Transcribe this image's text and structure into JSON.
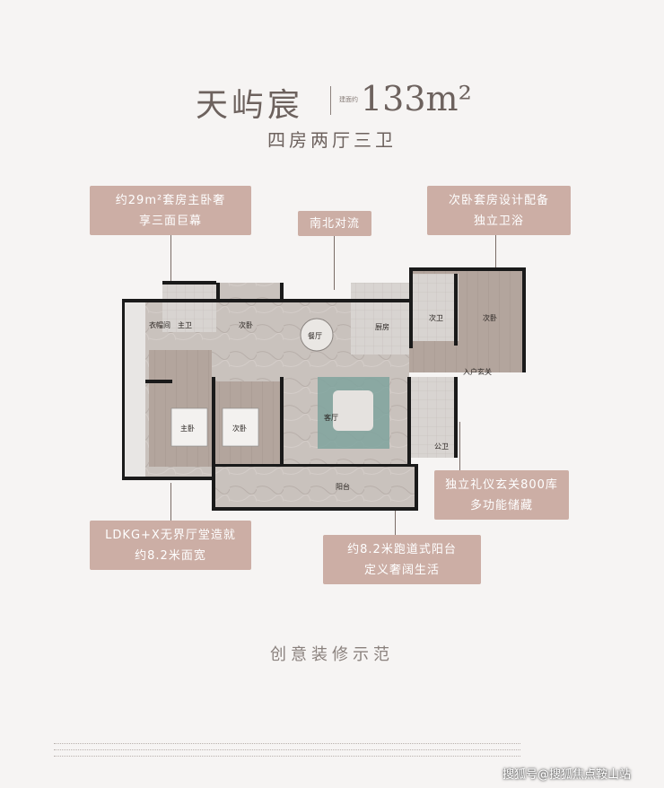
{
  "header": {
    "project_name": "天屿宸",
    "area_label": "建面约",
    "area": "133m²",
    "layout_type": "四房两厅三卫"
  },
  "callouts": {
    "master_bedroom": {
      "line1": "约29m²套房主卧奢",
      "line2": "享三面巨幕"
    },
    "north_south": {
      "line1": "南北对流"
    },
    "second_bedroom": {
      "line1": "次卧套房设计配备",
      "line2": "独立卫浴"
    },
    "entrance": {
      "line1": "独立礼仪玄关800库",
      "line2": "多功能储藏"
    },
    "ldkg": {
      "line1": "LDKG+X无界厅堂造就",
      "line2": "约8.2米面宽"
    },
    "balcony": {
      "line1": "约8.2米跑道式阳台",
      "line2": "定义奢阔生活"
    }
  },
  "rooms": {
    "master_bath": "主卫",
    "cloakroom": "衣帽间",
    "bedroom_top": "次卧",
    "dining": "餐厅",
    "kitchen": "厨房",
    "second_bath": "次卫",
    "bedroom_right": "次卧",
    "entrance": "入户玄关",
    "master_bed": "主卧",
    "bedroom_mid": "次卧",
    "living": "客厅",
    "public_bath": "公卫",
    "balcony": "阳台"
  },
  "footer": {
    "title": "创意装修示范",
    "watermark": "搜狐号@搜狐焦点鞍山站"
  },
  "colors": {
    "callout_bg": "#ccaea5",
    "floor_stone": "#c9c2bd",
    "wall": "#1a1a1a"
  }
}
